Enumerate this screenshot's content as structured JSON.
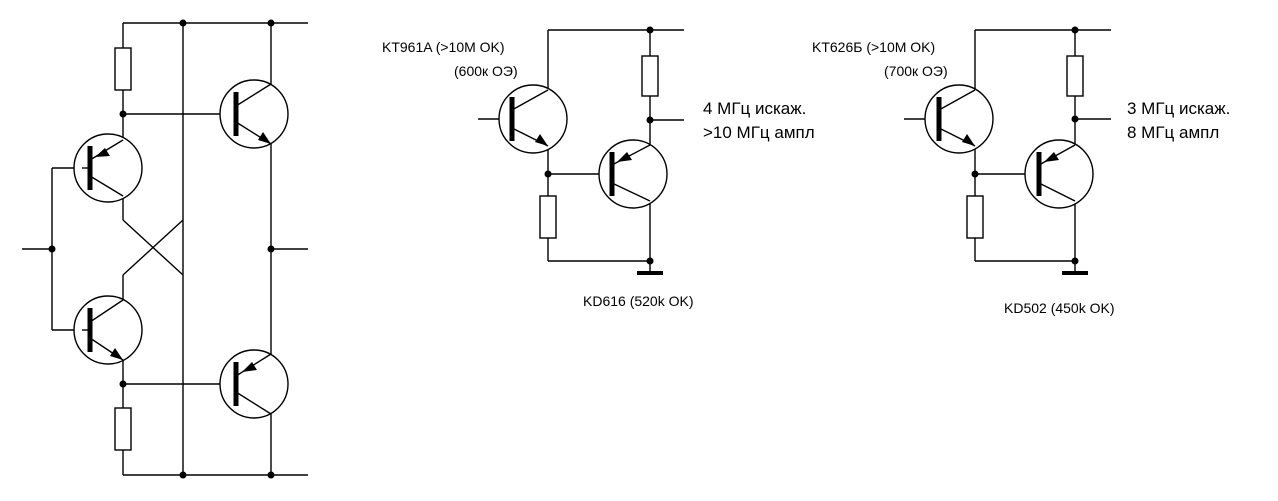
{
  "colors": {
    "ink": "#000000",
    "background": "#ffffff"
  },
  "circuit2": {
    "transistor_top_label": "KT961A (>10M OK)",
    "transistor_top_sublabel": "(600к ОЭ)",
    "output_note_1": "4 МГц искаж.",
    "output_note_2": ">10 МГц ампл",
    "transistor_bottom_label": "KD616 (520k OK)"
  },
  "circuit3": {
    "transistor_top_label": "KT626Б (>10M OK)",
    "transistor_top_sublabel": "(700к ОЭ)",
    "output_note_1": "3 МГц искаж.",
    "output_note_2": "8 МГц ампл",
    "transistor_bottom_label": "KD502 (450k OK)"
  }
}
